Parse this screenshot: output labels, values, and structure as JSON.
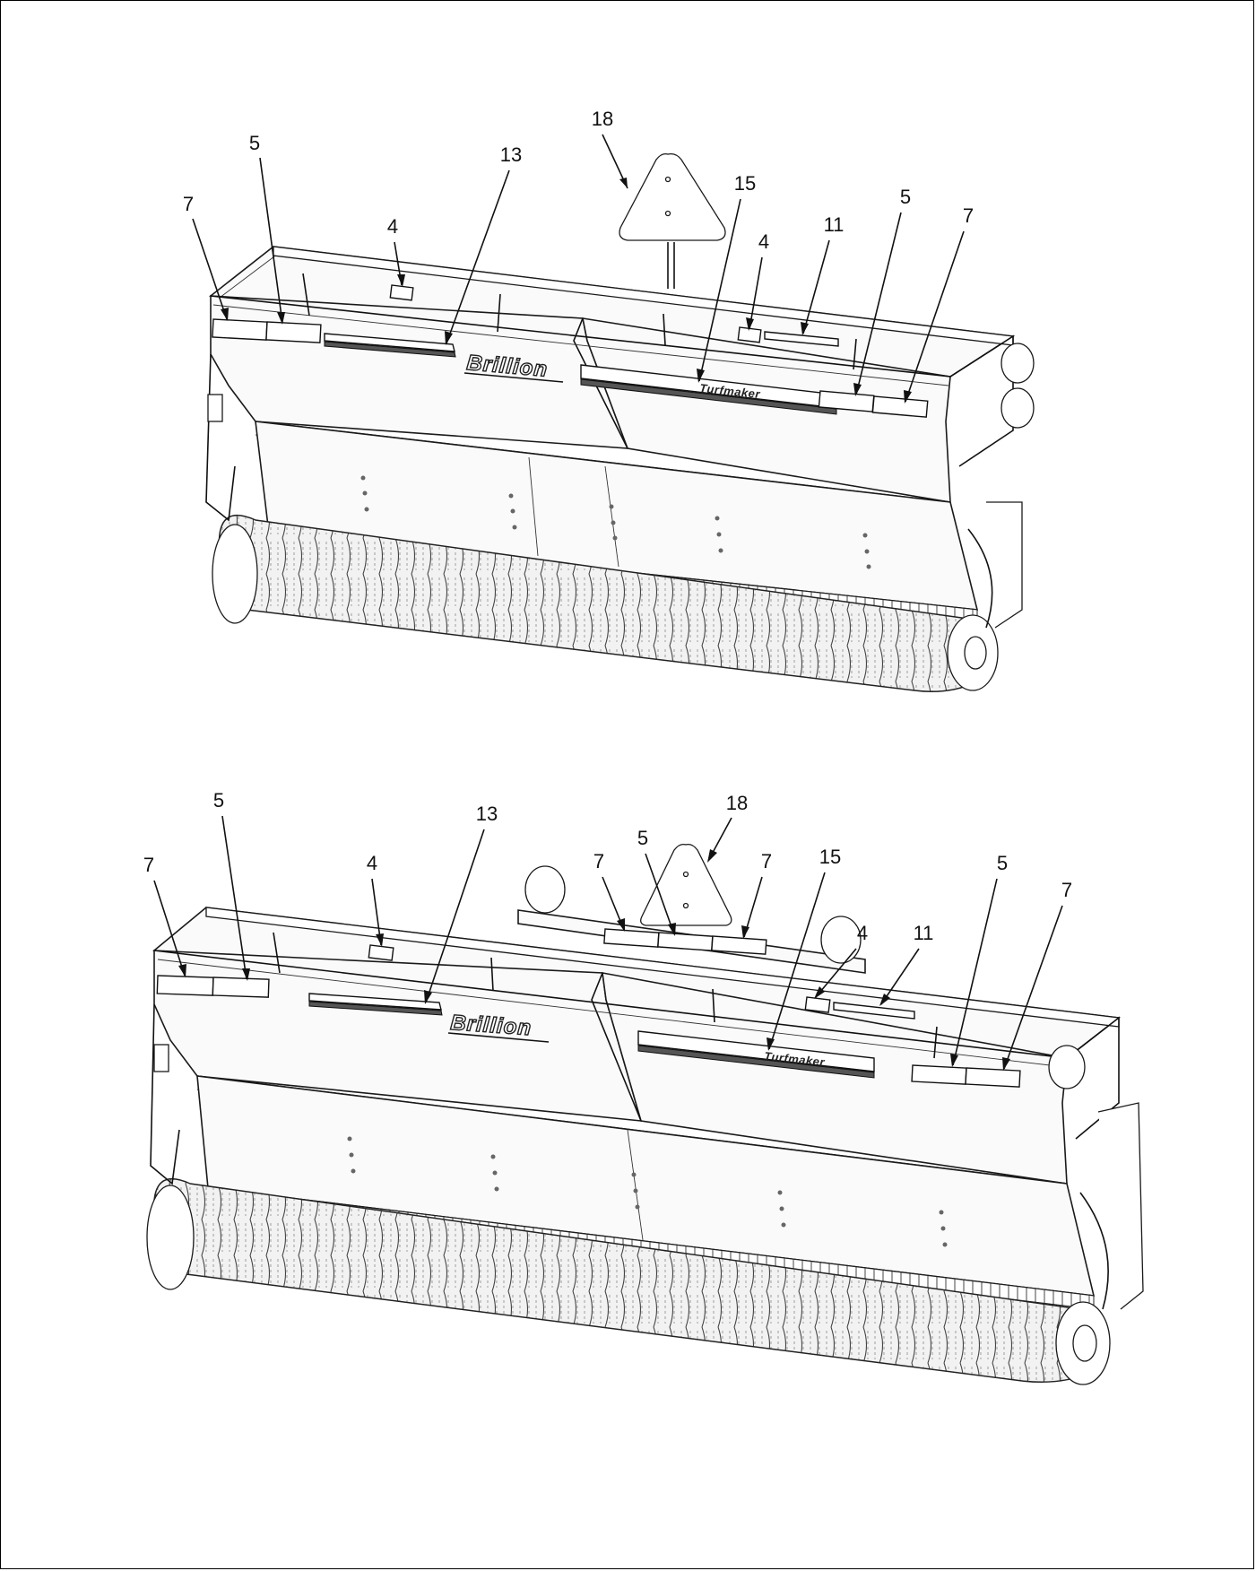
{
  "views": [
    {
      "id": "upper-view",
      "brand_text": "Brillion",
      "model_text": "Turfmaker",
      "callouts": [
        "18",
        "5",
        "13",
        "7",
        "4",
        "15",
        "4",
        "11",
        "5",
        "7"
      ]
    },
    {
      "id": "lower-view",
      "brand_text": "Brillion",
      "model_text": "Turfmaker",
      "callouts": [
        "5",
        "13",
        "18",
        "5",
        "7",
        "4",
        "7",
        "15",
        "7",
        "4",
        "11",
        "5",
        "7"
      ]
    }
  ],
  "colors": {
    "line": "#111111",
    "background": "#ffffff"
  }
}
